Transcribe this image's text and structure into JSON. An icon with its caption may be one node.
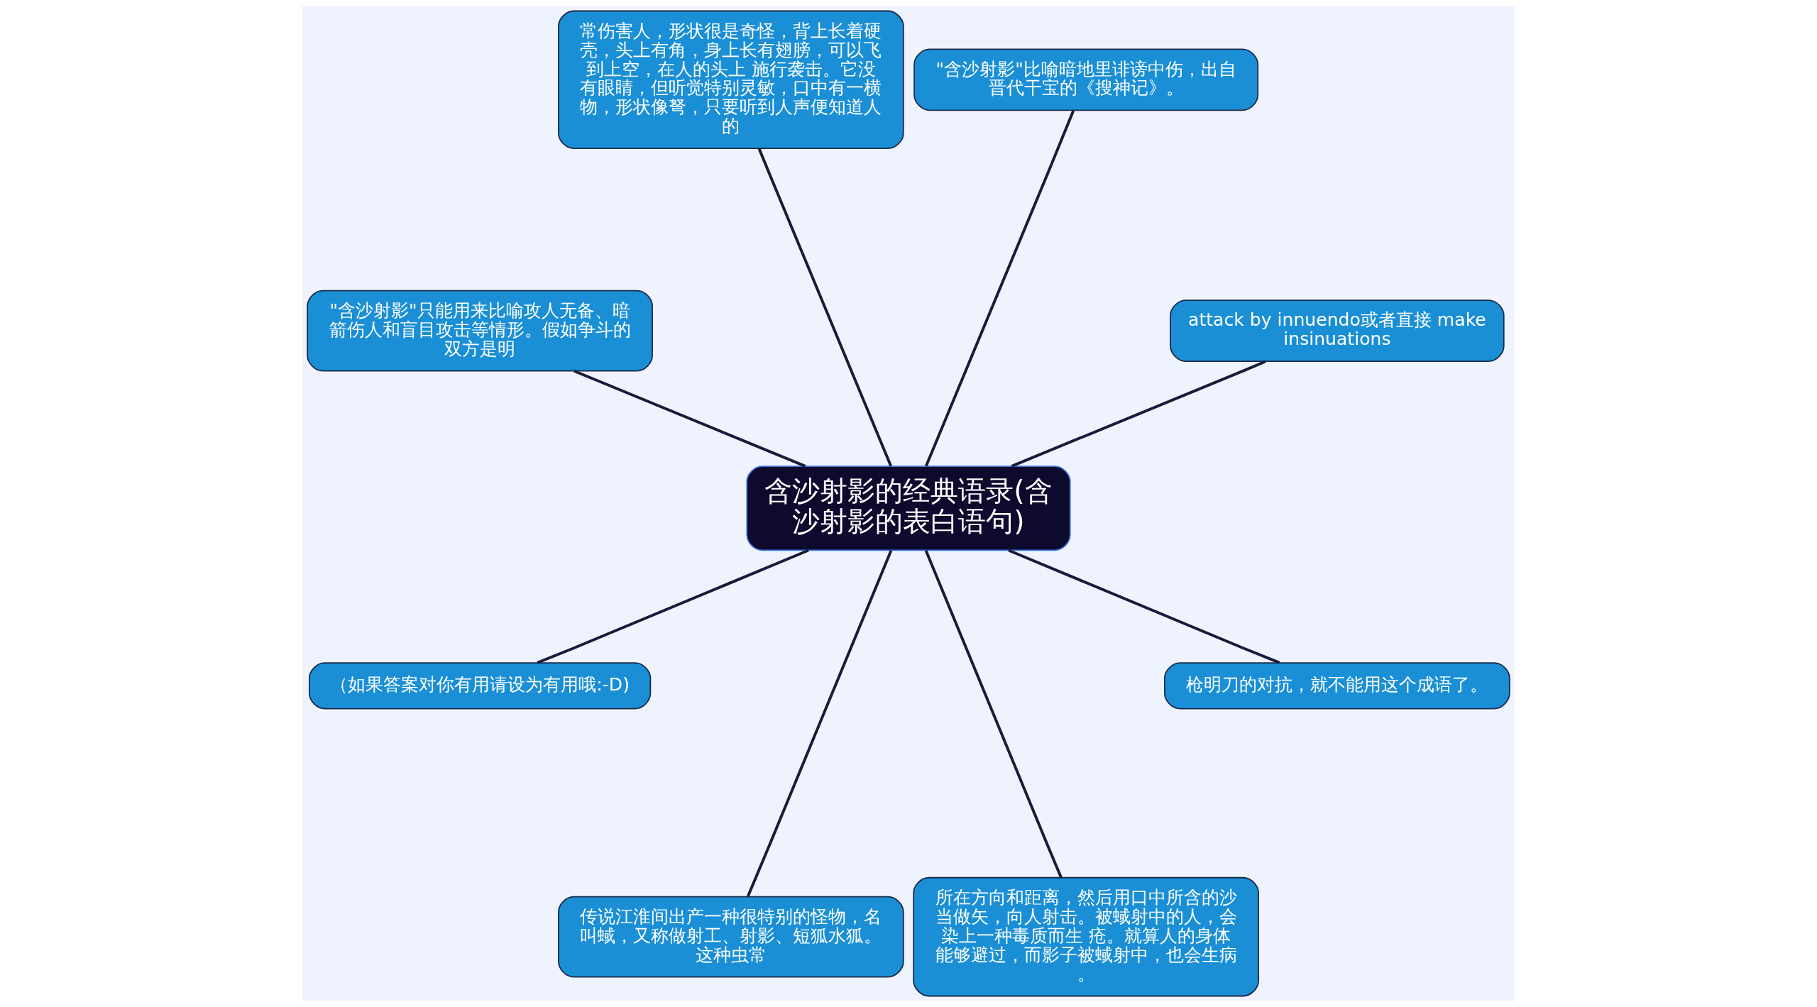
{
  "diagram": {
    "nodes": [
      {
        "text": [
          "含沙射影的经典语录(含沙射影的表白语句)"
        ]
      },
      {
        "text": [
          "attack by innuendo或者直接 make insinuations"
        ]
      },
      {
        "text": [
          "\"含沙射影\"比喻暗地里诽谤中伤，出自晋代干宝的《搜神记》。"
        ]
      },
      {
        "text": [
          "常伤害人，形状很是奇怪，背上长着硬壳，头上有角，身上长有翅膀，可以飞到上空，在人的头上 施行袭击。它没有眼睛，但听觉特别灵敏，口中有一横物，形状像弩，只要听到人声便知道人的"
        ]
      },
      {
        "text": [
          "\"含沙射影\"只能用来比喻攻人无备、暗箭伤人和盲目攻击等情形。假如争斗的双方是明"
        ]
      },
      {
        "text": [
          "（如果答案对你有用请设为有用哦:-D)"
        ]
      },
      {
        "text": [
          "传说江淮间出产一种很特别的怪物，名叫蜮，又称做射工、射影、短狐水狐。这种虫常"
        ]
      },
      {
        "text": [
          "所在方向和距离，然后用口中所含的沙当做矢，向人射击。被蜮射中的人，会染上一种毒质而生 疮。就算人的身体能够避过，而影子被蜮射中，也会生病。"
        ]
      },
      {
        "text": [
          "枪明刀的对抗，就不能用这个成语了。"
        ]
      }
    ],
    "edges": [
      {
        "from": 0,
        "to": 1,
        "arrow": "none"
      },
      {
        "from": 0,
        "to": 2,
        "arrow": "none"
      },
      {
        "from": 0,
        "to": 3,
        "arrow": "none"
      },
      {
        "from": 0,
        "to": 4,
        "arrow": "none"
      },
      {
        "from": 0,
        "to": 5,
        "arrow": "none"
      },
      {
        "from": 0,
        "to": 6,
        "arrow": "none"
      },
      {
        "from": 0,
        "to": 7,
        "arrow": "none"
      },
      {
        "from": 0,
        "to": 8,
        "arrow": "none"
      }
    ]
  }
}
